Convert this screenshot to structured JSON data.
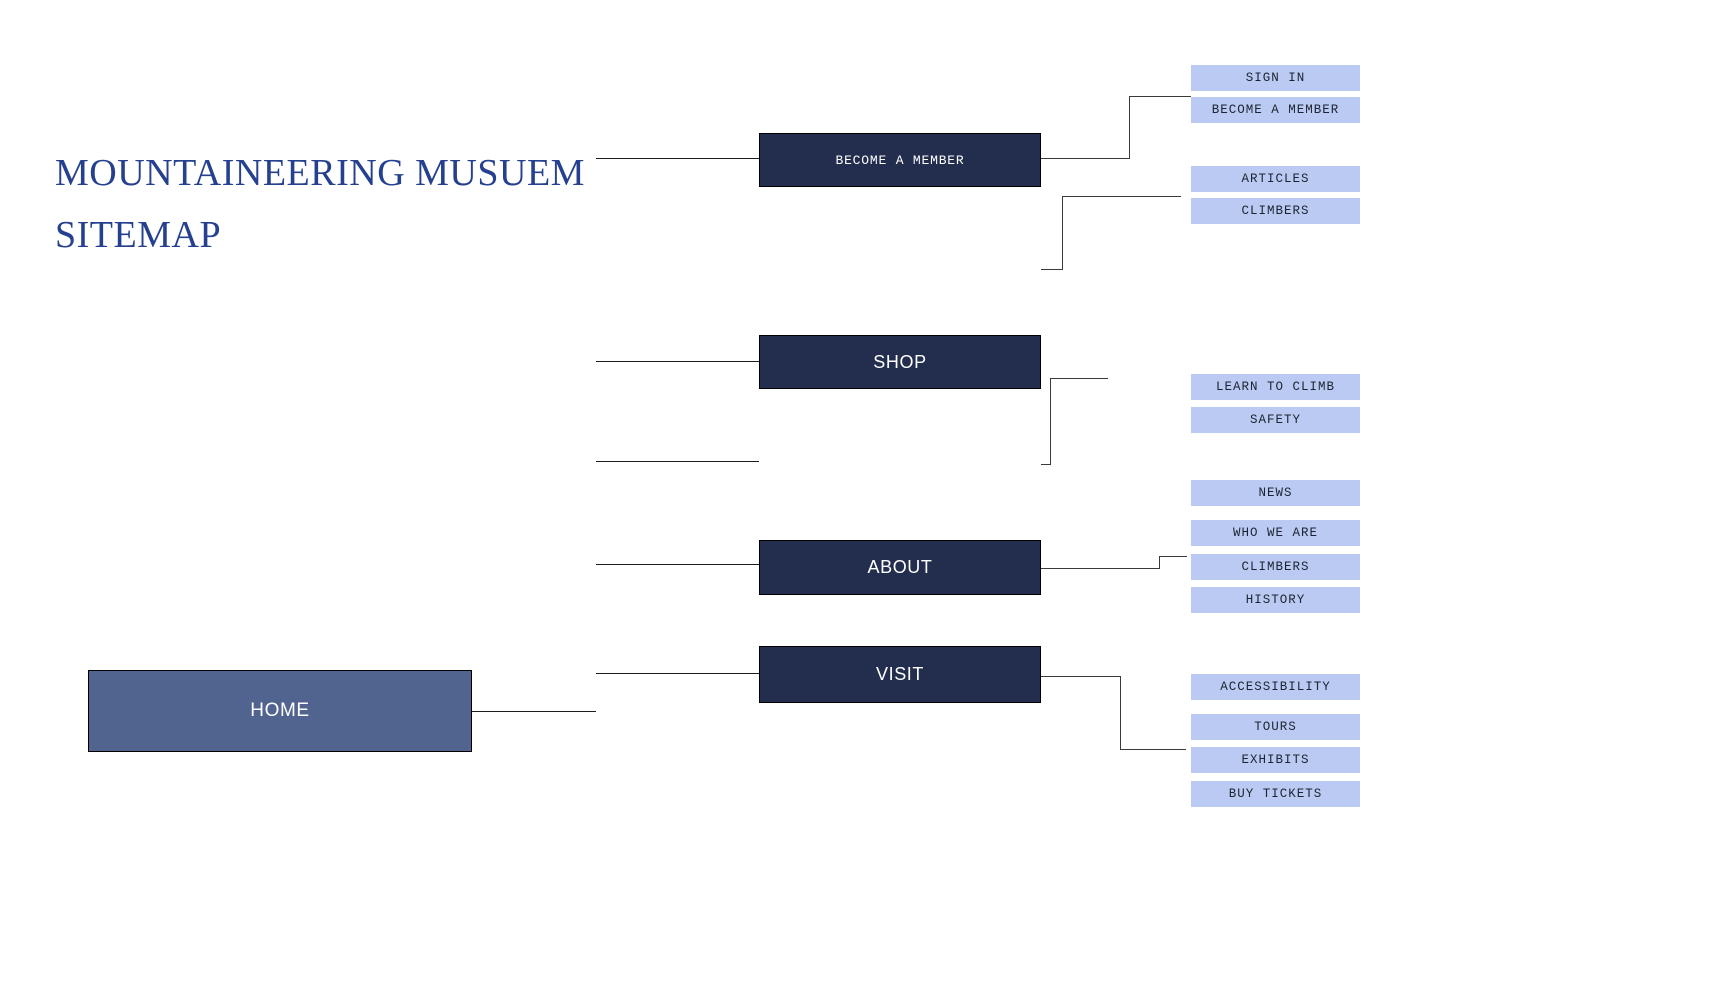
{
  "page": {
    "title_text": "MOUNTAINEERING MUSUEM\nSITEMAP",
    "background": "#ffffff",
    "title_color": "#25408f"
  },
  "colors": {
    "home_node": "#51648f",
    "primary_node": "#232e4e",
    "leaf_node": "#bbcaf2",
    "connector": "#3a3a3a",
    "node_text": "#ffffff",
    "leaf_text": "#1c2433"
  },
  "root": {
    "label": "HOME"
  },
  "sections": [
    {
      "id": "become-a-member",
      "label": "BECOME A MEMBER",
      "children": [
        {
          "label": "SIGN IN"
        },
        {
          "label": "BECOME A MEMBER"
        },
        {
          "label": "ARTICLES"
        },
        {
          "label": "CLIMBERS"
        }
      ]
    },
    {
      "id": "shop",
      "label": "SHOP",
      "children": [
        {
          "label": "LEARN TO CLIMB"
        },
        {
          "label": "SAFETY"
        },
        {
          "label": "NEWS"
        }
      ]
    },
    {
      "id": "about",
      "label": "ABOUT",
      "children": [
        {
          "label": "WHO WE ARE"
        },
        {
          "label": "CLIMBERS"
        },
        {
          "label": "HISTORY"
        }
      ]
    },
    {
      "id": "visit",
      "label": "VISIT",
      "children": [
        {
          "label": "ACCESSIBILITY"
        },
        {
          "label": "TOURS"
        },
        {
          "label": "EXHIBITS"
        },
        {
          "label": "BUY TICKETS"
        }
      ]
    }
  ]
}
